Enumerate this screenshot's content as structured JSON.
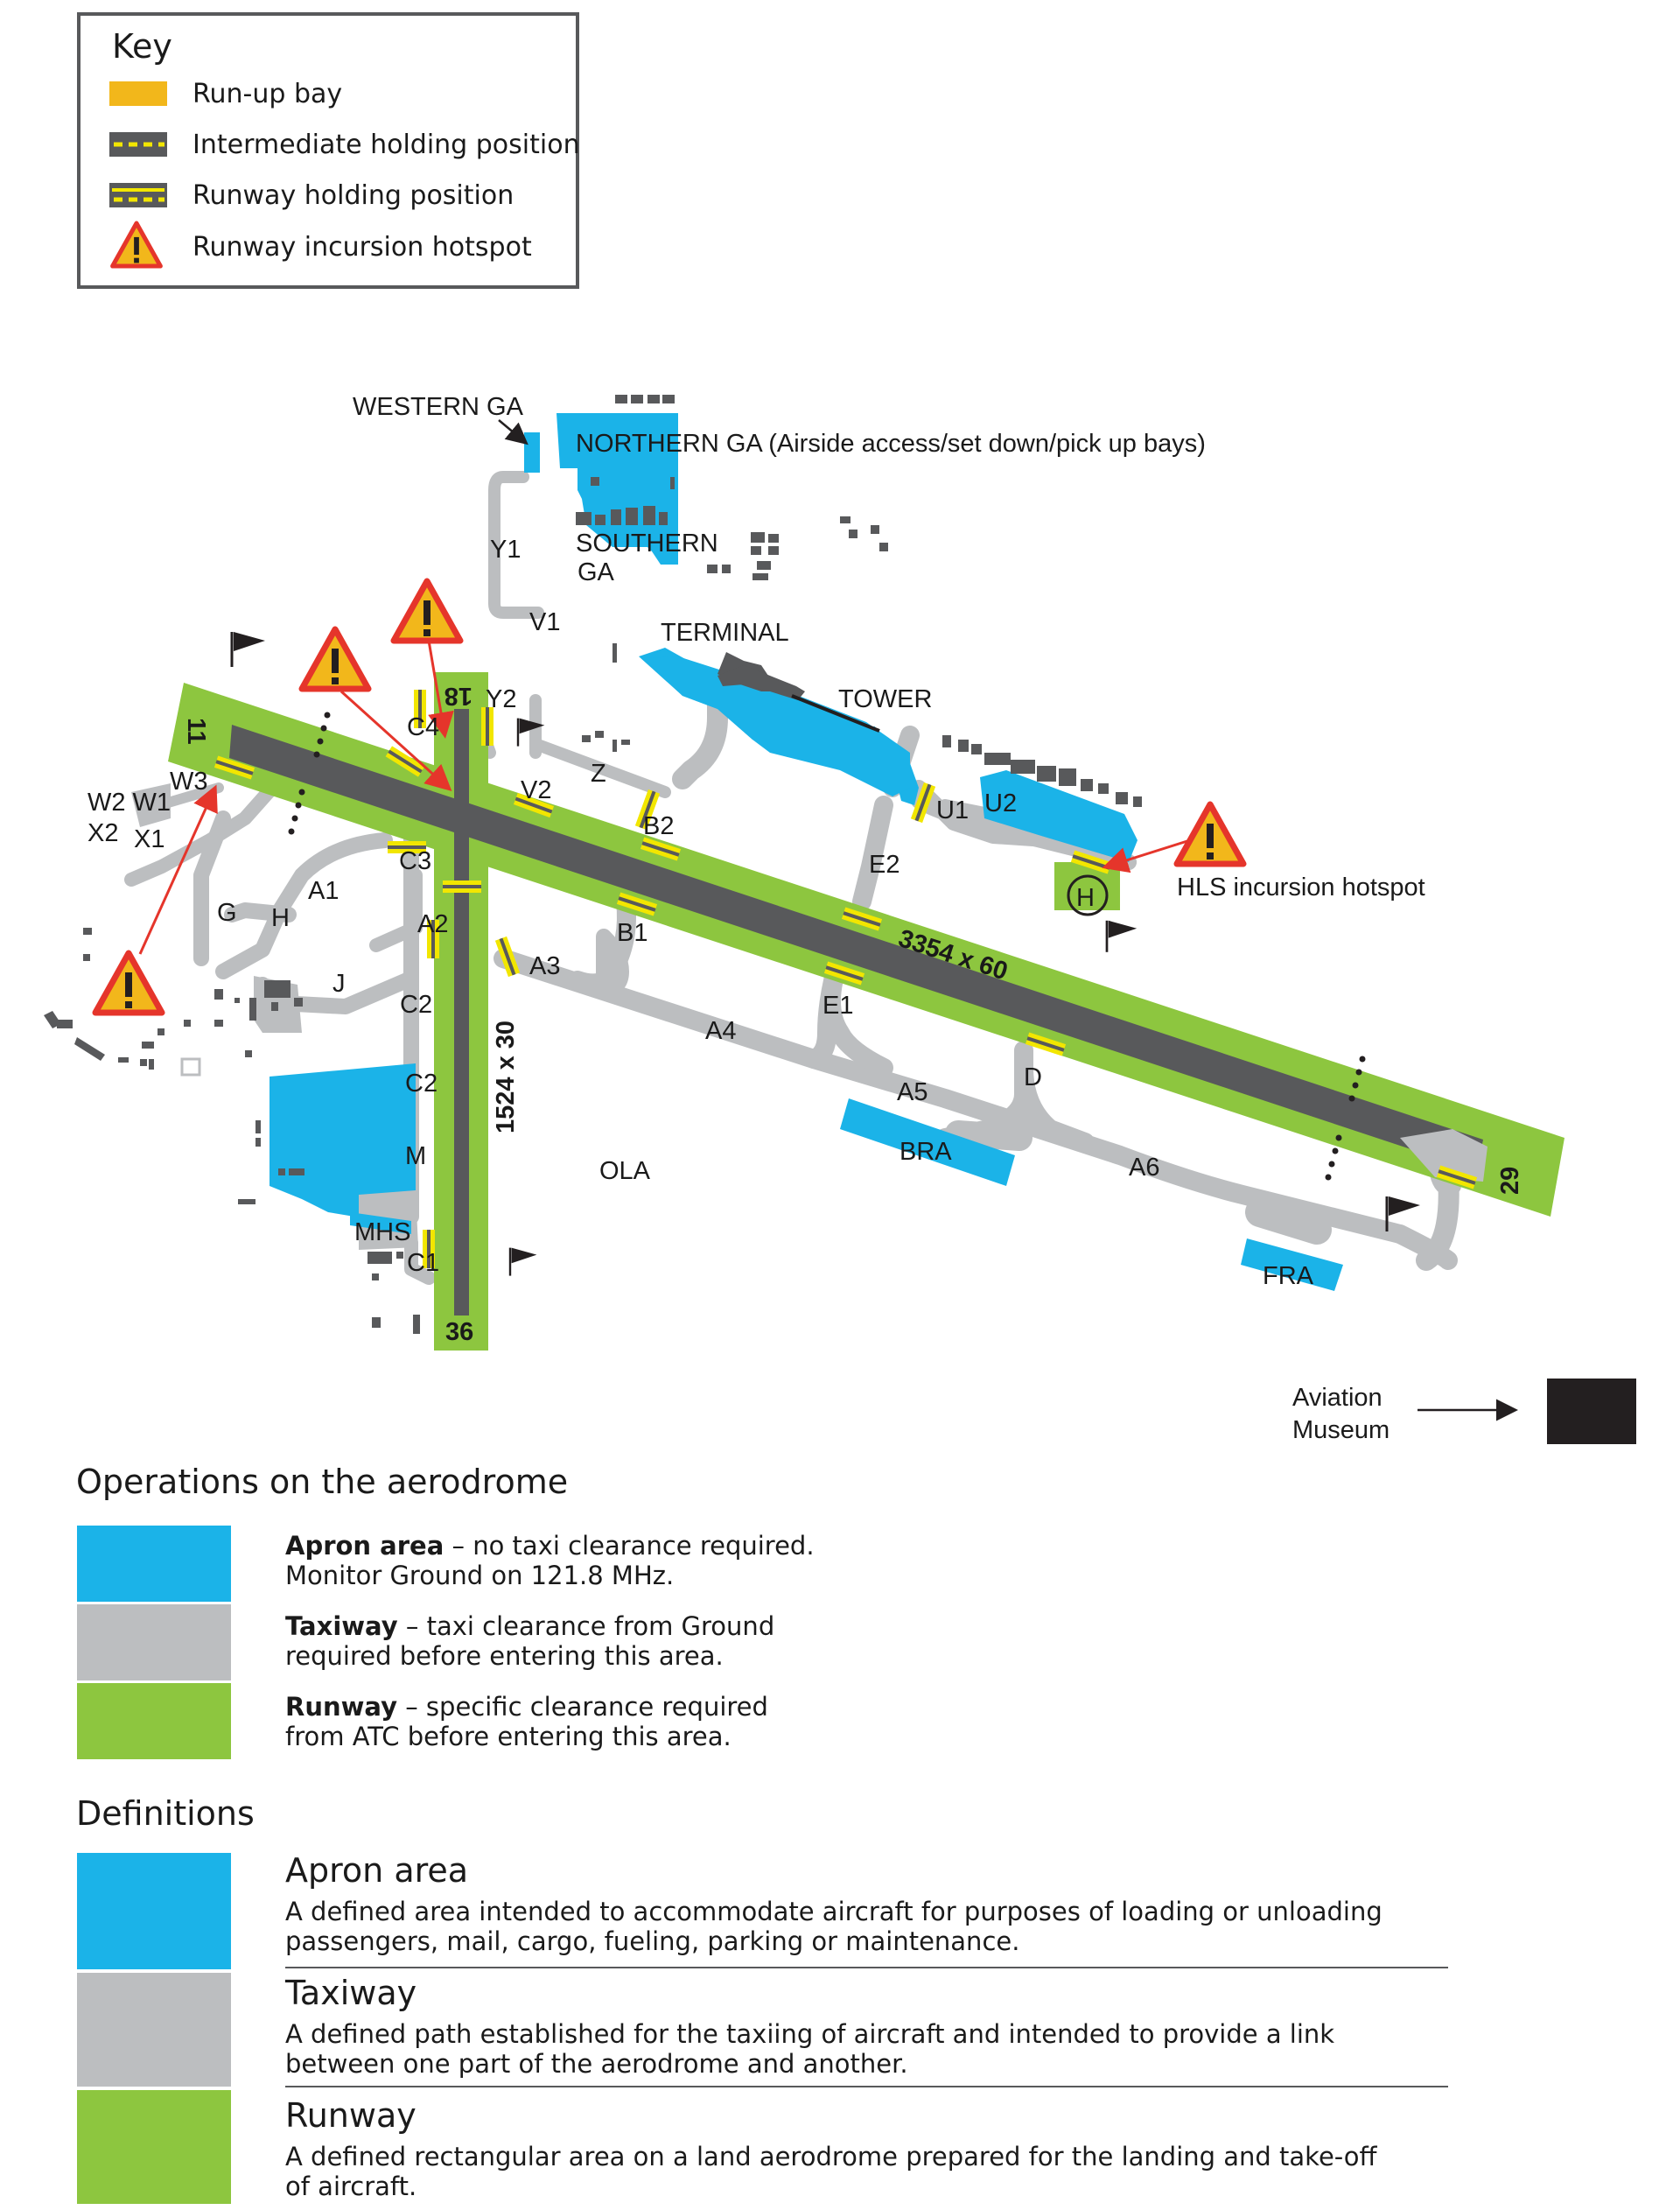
{
  "colors": {
    "apron": "#1bb3e8",
    "taxiway": "#bcbec0",
    "runway_strip": "#8dc63f",
    "runway_surface": "#58595b",
    "holding": "#f2e600",
    "runup": "#f2b71b",
    "hotspot": "#e5352b",
    "building": "#58595b",
    "museum": "#231f20"
  },
  "key": {
    "title": "Key",
    "items": [
      {
        "label": "Run-up bay",
        "symbol": "runup-bay"
      },
      {
        "label": "Intermediate holding position",
        "symbol": "intermediate-holding"
      },
      {
        "label": "Runway holding position",
        "symbol": "runway-holding"
      },
      {
        "label": "Runway incursion hotspot",
        "symbol": "warning-triangle"
      }
    ]
  },
  "map": {
    "areas": {
      "western_ga": "WESTERN GA",
      "northern_ga": "NORTHERN GA (Airside access/set down/pick up bays)",
      "southern_ga_1": "SOUTHERN",
      "southern_ga_2": "GA",
      "terminal": "TERMINAL",
      "tower": "TOWER",
      "ola": "OLA",
      "bra": "BRA",
      "fra": "FRA",
      "mhs": "MHS",
      "hls_hotspot": "HLS incursion hotspot",
      "heli_symbol": "H",
      "museum_1": "Aviation",
      "museum_2": "Museum"
    },
    "runways": {
      "rwy_11": "11",
      "rwy_29": "29",
      "rwy_18": "18",
      "rwy_36": "36",
      "main_dims": "3354 x 60",
      "cross_dims": "1524 x 30"
    },
    "taxiways": {
      "Y1": "Y1",
      "V1": "V1",
      "Y2": "Y2",
      "C4": "C4",
      "V2": "V2",
      "Z": "Z",
      "B2": "B2",
      "U1": "U1",
      "U2": "U2",
      "E2": "E2",
      "W3": "W3",
      "W2W1": "W2 W1",
      "X2": "X2",
      "X1": "X1",
      "C3": "C3",
      "A1": "A1",
      "G": "G",
      "H": "H",
      "A2": "A2",
      "J": "J",
      "A3": "A3",
      "B1": "B1",
      "C2a": "C2",
      "C2b": "C2",
      "M": "M",
      "A4": "A4",
      "E1": "E1",
      "A5": "A5",
      "D": "D",
      "A6": "A6",
      "C1": "C1"
    }
  },
  "operations": {
    "title": "Operations on the aerodrome",
    "items": [
      {
        "bold": "Apron area",
        "line1": " – no taxi clearance required.",
        "line2": "Monitor Ground on 121.8 MHz."
      },
      {
        "bold": "Taxiway",
        "line1": " – taxi clearance from Ground",
        "line2": "required before entering this area."
      },
      {
        "bold": "Runway",
        "line1": " – specific clearance required",
        "line2": "from ATC before entering this area."
      }
    ]
  },
  "definitions": {
    "title": "Definitions",
    "items": [
      {
        "heading": "Apron area",
        "line1": "A defined area intended to accommodate aircraft for purposes of loading or unloading",
        "line2": "passengers, mail, cargo, fueling, parking or maintenance."
      },
      {
        "heading": "Taxiway",
        "line1": "A defined path established for the taxiing of aircraft and intended to provide a link",
        "line2": "between one part of the aerodrome and another."
      },
      {
        "heading": "Runway",
        "line1": "A defined rectangular area on a land aerodrome prepared for the landing and take-off",
        "line2": "of aircraft."
      }
    ]
  }
}
